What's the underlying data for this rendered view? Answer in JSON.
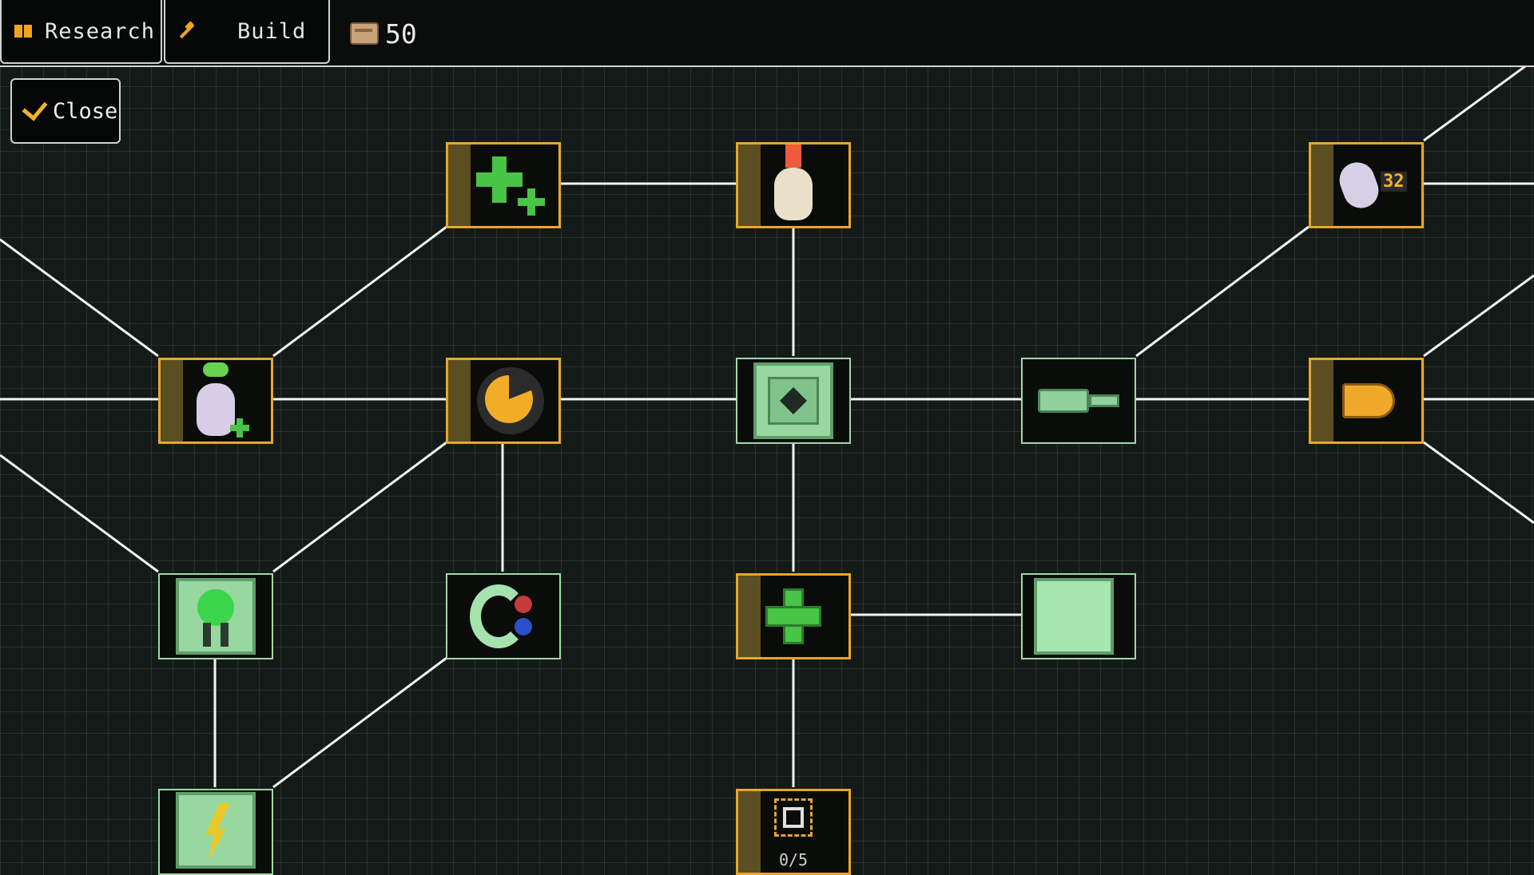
{
  "toolbar": {
    "research_label": "Research",
    "build_label": "Build",
    "resource_count": "50",
    "close_label": "Close",
    "icons": {
      "research": "book-icon",
      "build": "hammer-icon",
      "resource": "crate-icon",
      "close": "checkmark-icon"
    }
  },
  "colors": {
    "accent_gold": "#e9a62d",
    "node_green": "#9fd8a6",
    "line_white": "#f2f4f2",
    "background": "#141a17"
  },
  "tech_tree": {
    "nodes": [
      {
        "id": "double-plus",
        "icon": "double-plus-icon",
        "unlocked": true
      },
      {
        "id": "tap-finger",
        "icon": "pointing-hand-icon",
        "unlocked": true
      },
      {
        "id": "hand-32",
        "icon": "hand-32-icon",
        "unlocked": true
      },
      {
        "id": "hand-plus",
        "icon": "hand-plus-icon",
        "unlocked": true
      },
      {
        "id": "clock",
        "icon": "clock-icon",
        "unlocked": true
      },
      {
        "id": "core-panel",
        "icon": "core-panel-icon",
        "unlocked": false
      },
      {
        "id": "tube",
        "icon": "tube-icon",
        "unlocked": false
      },
      {
        "id": "bullet",
        "icon": "bullet-icon",
        "unlocked": true
      },
      {
        "id": "bulb",
        "icon": "lightbulb-icon",
        "unlocked": false
      },
      {
        "id": "magnet",
        "icon": "magnet-icon",
        "unlocked": false
      },
      {
        "id": "green-plus",
        "icon": "green-plus-icon",
        "unlocked": true
      },
      {
        "id": "square-tile",
        "icon": "square-tile-icon",
        "unlocked": false
      },
      {
        "id": "slot",
        "icon": "slot-icon",
        "unlocked": true,
        "progress": "0/5"
      },
      {
        "id": "bolt",
        "icon": "lightning-bolt-icon",
        "unlocked": false
      }
    ]
  }
}
